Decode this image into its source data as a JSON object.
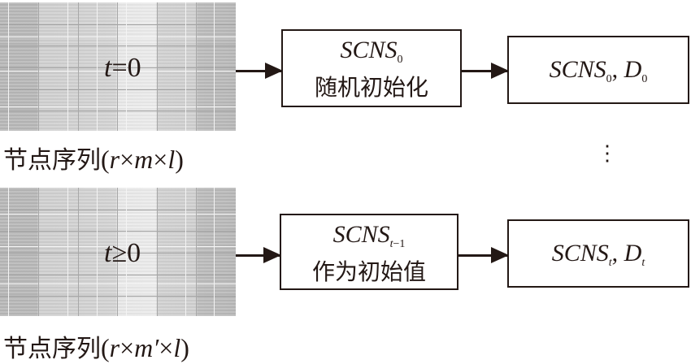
{
  "rows": [
    {
      "grid_label": {
        "var": "t",
        "op": "=",
        "value": "0"
      },
      "sequence_label": {
        "cn": "节点序列",
        "open": "(",
        "r": "r",
        "x1": "×",
        "m": "m",
        "x2": "×",
        "l": "l",
        "close": ")"
      },
      "process_box": {
        "math": "SCNS",
        "sub": "0",
        "sub_italic": "",
        "text": "随机初始化"
      },
      "result_box": {
        "a": "SCNS",
        "a_sub": "0",
        "sep": ", ",
        "b": "D",
        "b_sub": "0"
      }
    },
    {
      "grid_label": {
        "var": "t",
        "op": "≥",
        "value": "0"
      },
      "sequence_label": {
        "cn": "节点序列",
        "open": "(",
        "r": "r",
        "x1": "×",
        "m": "m′",
        "x2": "×",
        "l": "l",
        "close": ")"
      },
      "process_box": {
        "math": "SCNS",
        "sub_italic": "t",
        "sub": "−1",
        "text": "作为初始值"
      },
      "result_box": {
        "a": "SCNS",
        "a_sub": "t",
        "sep": ", ",
        "b": "D",
        "b_sub": "t"
      }
    }
  ],
  "ellipsis": "⋮"
}
